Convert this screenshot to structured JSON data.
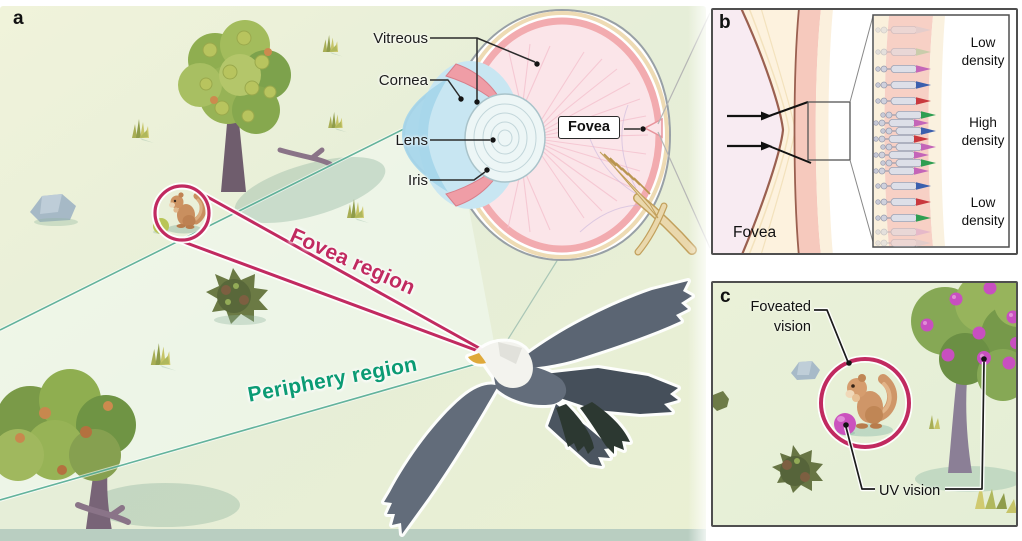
{
  "figure": {
    "panel_a": {
      "label": "a",
      "eye_diagram": {
        "labels": {
          "vitreous": "Vitreous",
          "cornea": "Cornea",
          "lens": "Lens",
          "iris": "Iris",
          "fovea": "Fovea"
        }
      },
      "vision_regions": {
        "fovea": {
          "label": "Fovea region",
          "color": "#c12a60"
        },
        "periphery": {
          "label": "Periphery region",
          "color": "#0b9b74"
        }
      }
    },
    "panel_b": {
      "label": "b",
      "fovea_label": "Fovea",
      "density_labels": [
        "Low density",
        "High density",
        "Low density"
      ],
      "photoreceptor_tip_colors": {
        "green": "#2f9e52",
        "magenta": "#c465b8",
        "blue": "#3b5fae",
        "red": "#c9383e"
      }
    },
    "panel_c": {
      "label": "c",
      "annotations": {
        "foveated_vision": "Foveated vision",
        "uv_vision": "UV vision"
      },
      "berry_color": "#c94fbe"
    }
  }
}
